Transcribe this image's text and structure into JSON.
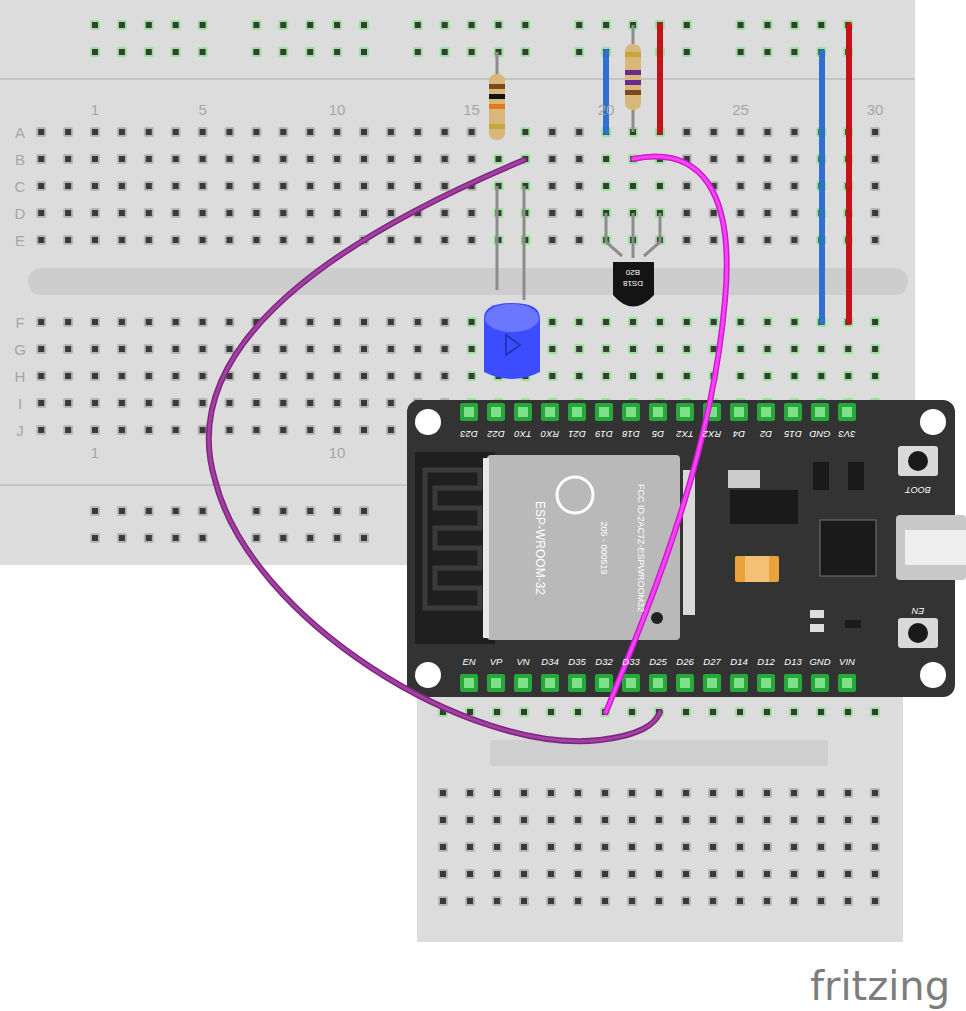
{
  "diagram": {
    "labels": [
      "1",
      "5",
      "10",
      "15",
      "20",
      "25",
      "30",
      "1",
      "10",
      "A",
      "B",
      "C",
      "D",
      "E",
      "F",
      "G",
      "H",
      "I",
      "J",
      "D23",
      "D22",
      "TX0",
      "RX0",
      "D21",
      "D19",
      "D18",
      "D5",
      "TX2",
      "RX2",
      "D4",
      "D2",
      "D15",
      "GND",
      "3V3",
      "EN",
      "VP",
      "VN",
      "D34",
      "D35",
      "D32",
      "D33",
      "D25",
      "D26",
      "D27",
      "D14",
      "D12",
      "D13",
      "GND",
      "VIN",
      "ESP-WROOM-32",
      "205 - 000519",
      "FCC ID:2AC7Z-ESPWROOM32",
      "BOOT",
      "EN",
      "B20",
      "DS18",
      "fritzing"
    ]
  }
}
